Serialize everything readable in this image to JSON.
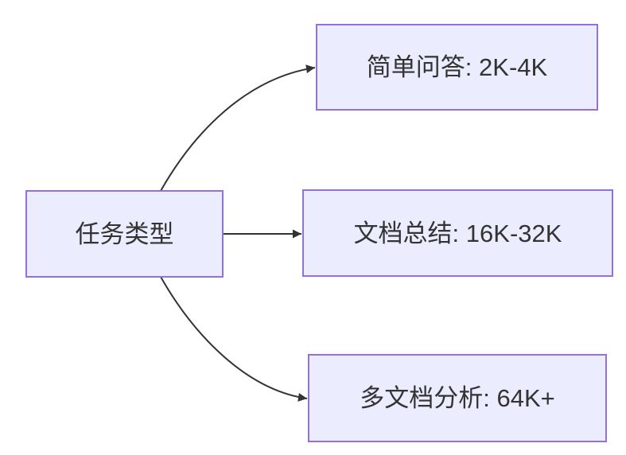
{
  "diagram": {
    "type": "flowchart",
    "direction": "left-to-right",
    "colors": {
      "node_fill": "#ECECFF",
      "node_border": "#9370DB",
      "edge": "#333333",
      "text": "#333333",
      "background": "#ffffff"
    },
    "root": {
      "label": "任务类型"
    },
    "branches": [
      {
        "label": "简单问答: 2K-4K"
      },
      {
        "label": "文档总结: 16K-32K"
      },
      {
        "label": "多文档分析: 64K+"
      }
    ],
    "edges": [
      {
        "from": "任务类型",
        "to": "简单问答: 2K-4K"
      },
      {
        "from": "任务类型",
        "to": "文档总结: 16K-32K"
      },
      {
        "from": "任务类型",
        "to": "多文档分析: 64K+"
      }
    ]
  }
}
